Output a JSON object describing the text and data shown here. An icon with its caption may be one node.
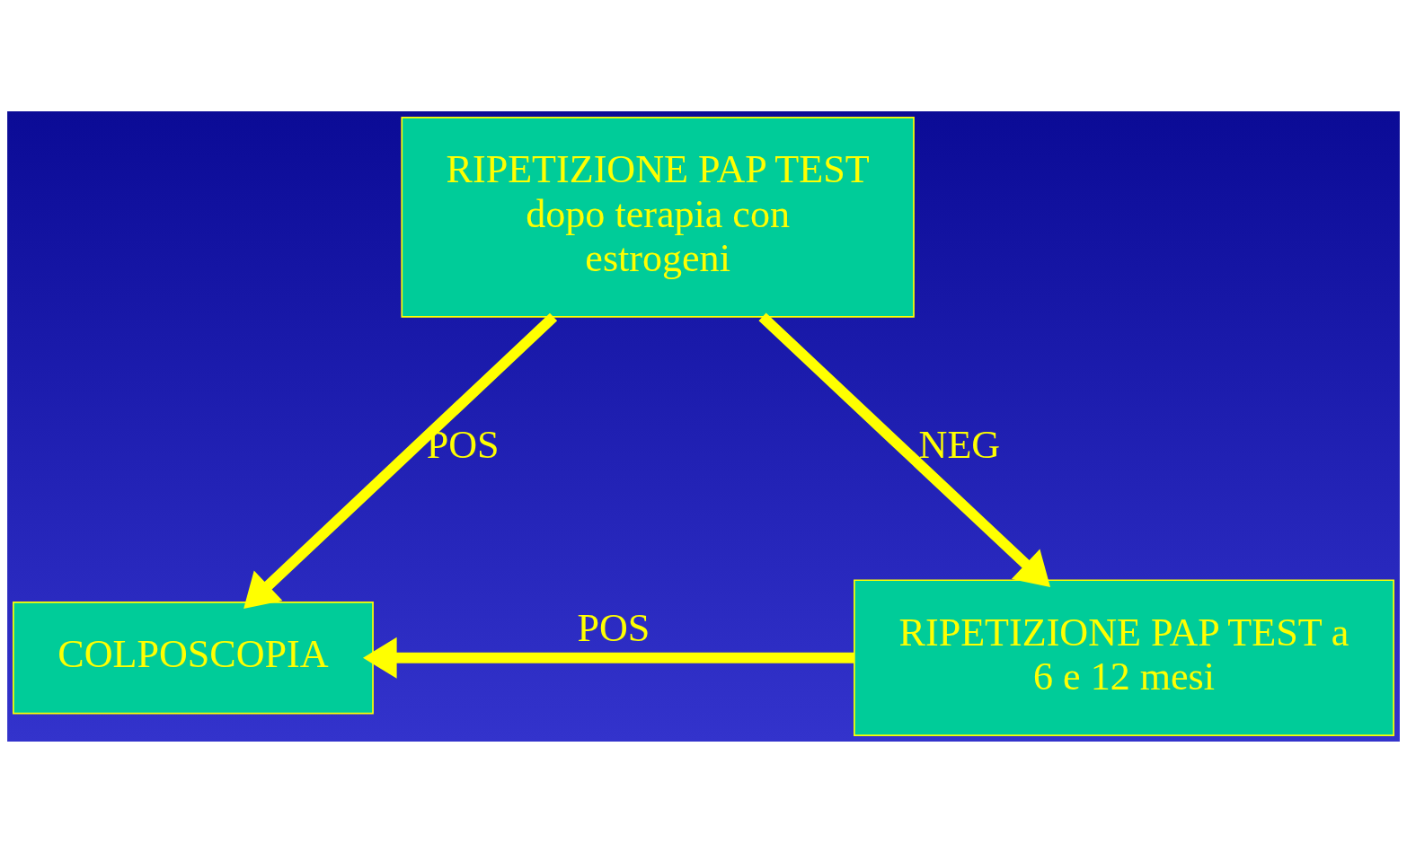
{
  "diagram": {
    "nodes": [
      {
        "text": [
          "RIPETIZIONE PAP TEST dopo terapia con estrogeni"
        ]
      },
      {
        "text": [
          "COLPOSCOPIA"
        ]
      },
      {
        "text": [
          "RIPETIZIONE PAP TEST a 6 e 12 mesi"
        ]
      }
    ],
    "edges": [
      {
        "from": 0,
        "to": 1,
        "arrow": "to",
        "label": "POS"
      },
      {
        "from": 0,
        "to": 2,
        "arrow": "to",
        "label": "NEG"
      },
      {
        "from": 2,
        "to": 1,
        "arrow": "to",
        "label": "POS"
      }
    ]
  }
}
